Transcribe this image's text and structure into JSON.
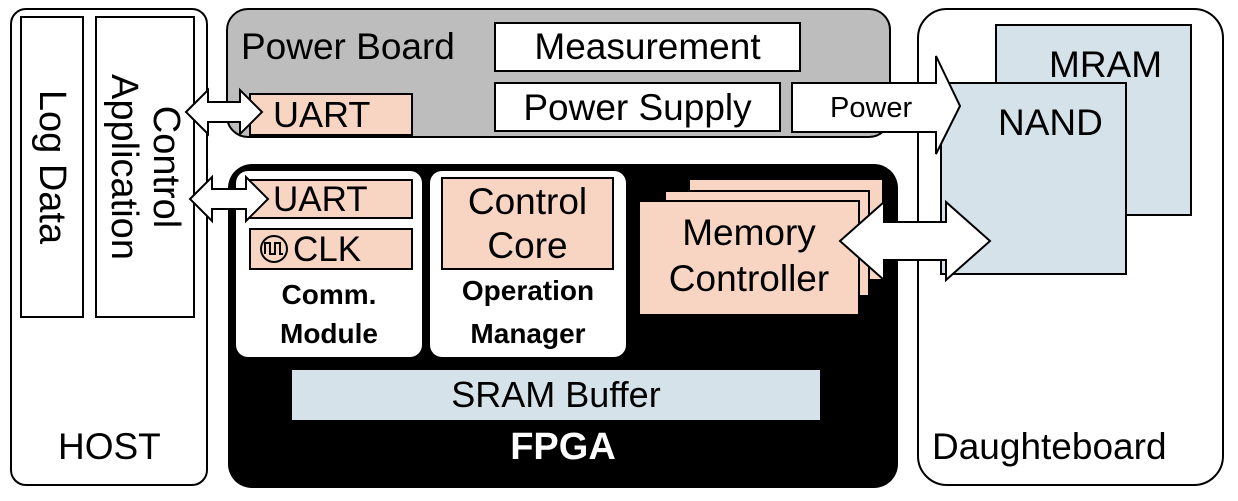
{
  "host": {
    "label": "HOST",
    "log_data": "Log Data",
    "control_application": "Control Application"
  },
  "power_board": {
    "label": "Power Board",
    "measurement": "Measurement",
    "power_supply": "Power Supply",
    "uart": "UART",
    "power_arrow_label": "Power"
  },
  "fpga": {
    "label": "FPGA",
    "comm_module": {
      "uart": "UART",
      "clk": "CLK",
      "label_line1": "Comm.",
      "label_line2": "Module"
    },
    "operation_manager": {
      "control_line1": "Control",
      "control_line2": "Core",
      "label_line1": "Operation",
      "label_line2": "Manager"
    },
    "memory_controller": {
      "line1": "Memory",
      "line2": "Controller"
    },
    "sram_buffer": "SRAM Buffer"
  },
  "daughterboard": {
    "label": "Daughteboard",
    "mram": "MRAM",
    "nand": "NAND"
  },
  "colors": {
    "pink": "#f8d5c3",
    "light_blue": "#d5e2ea",
    "power_board_gray": "#bdbdbd",
    "fpga_black": "#000000"
  }
}
